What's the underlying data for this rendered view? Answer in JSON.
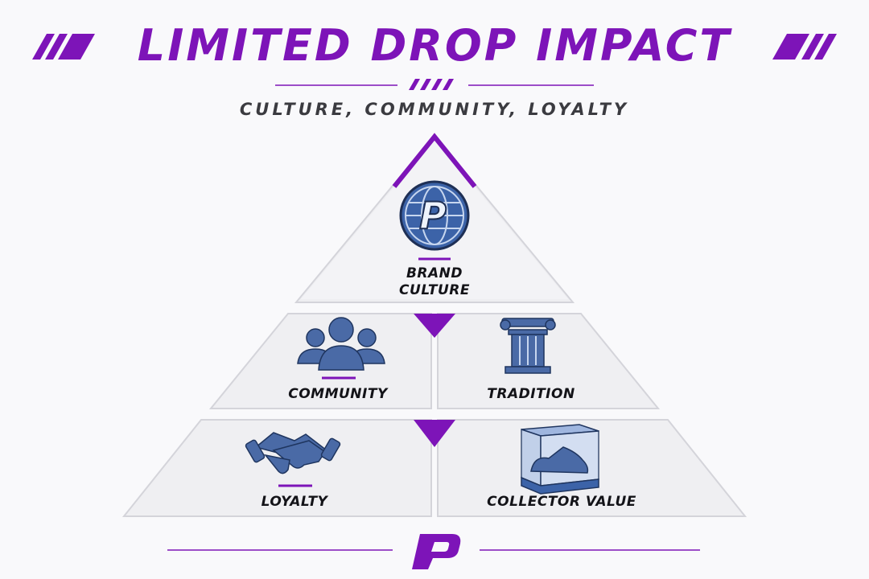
{
  "header": {
    "title": "LIMITED DROP IMPACT",
    "subtitle": "CULTURE, COMMUNITY, LOYALTY"
  },
  "pyramid": {
    "top": {
      "label_line1": "BRAND",
      "label_line2": "CULTURE",
      "icon": "globe-logo-icon"
    },
    "middle": [
      {
        "label": "COMMUNITY",
        "icon": "people-icon"
      },
      {
        "label": "TRADITION",
        "icon": "column-icon"
      }
    ],
    "bottom": [
      {
        "label": "LOYALTY",
        "icon": "handshake-icon"
      },
      {
        "label": "COLLECTOR VALUE",
        "icon": "sneaker-display-case-icon"
      }
    ]
  },
  "footer": {
    "logo": "p-logo-icon"
  },
  "colors": {
    "accent": "#7d14b8",
    "text": "#131318",
    "subtitle": "#3b3b40",
    "icon": "#2f4f8f"
  }
}
